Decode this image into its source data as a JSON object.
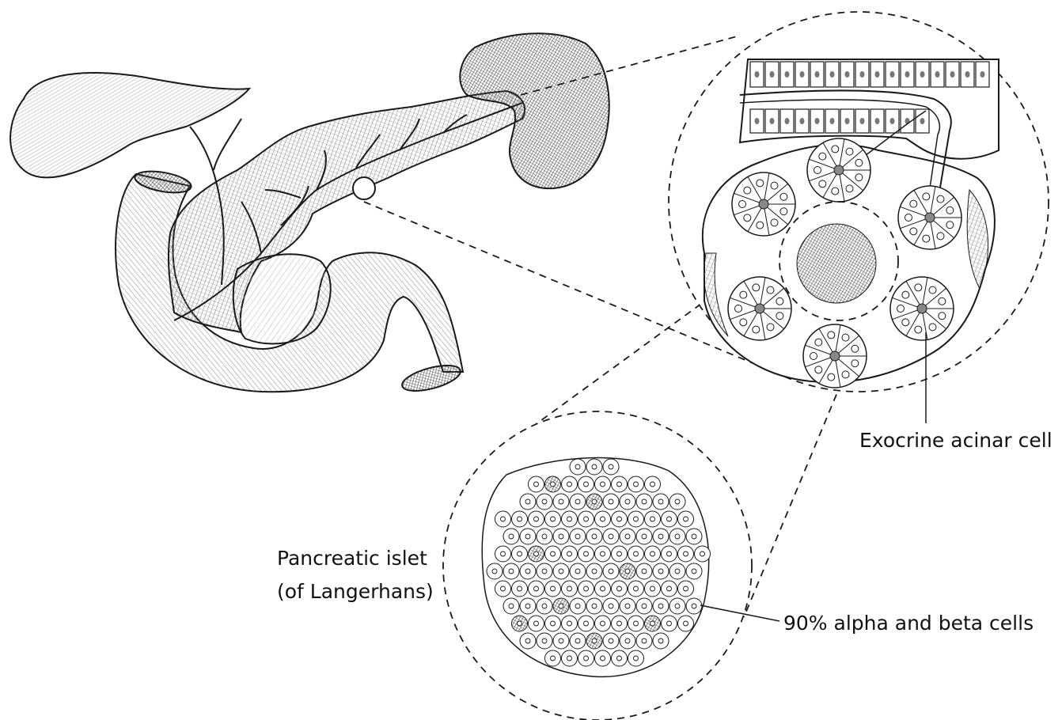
{
  "labels": {
    "acinar": "Exocrine acinar cell",
    "islet_line1": "Pancreatic islet",
    "islet_line2": "(of Langerhans)",
    "alpha_beta": "90% alpha and beta cells"
  },
  "colors": {
    "ink": "#1a1a1a",
    "paper": "#ffffff",
    "hatch_light": "#c8c8c8",
    "hatch_mid": "#9a9a9a",
    "hatch_dark": "#555555"
  }
}
